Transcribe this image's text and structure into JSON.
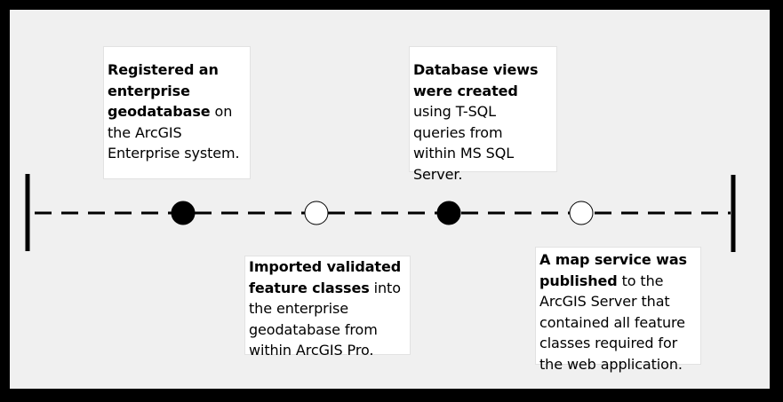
{
  "events": [
    {
      "bold": "Registered an enterprise geodatabase",
      "rest": " on the ArcGIS Enterprise system.",
      "marker": "filled"
    },
    {
      "bold": "Imported validated feature classes",
      "rest": " into the enterprise geodatabase from within ArcGIS Pro.",
      "marker": "hollow"
    },
    {
      "bold": "Database views were created",
      "rest": " using T-SQL queries from within MS SQL Server.",
      "marker": "filled"
    },
    {
      "bold": "A map service was published",
      "rest": " to the ArcGIS Server that contained all feature classes required for the web application.",
      "marker": "hollow"
    }
  ],
  "colors": {
    "frame": "#000000",
    "canvas": "#f0f0f0",
    "box": "#ffffff",
    "line": "#000000"
  }
}
